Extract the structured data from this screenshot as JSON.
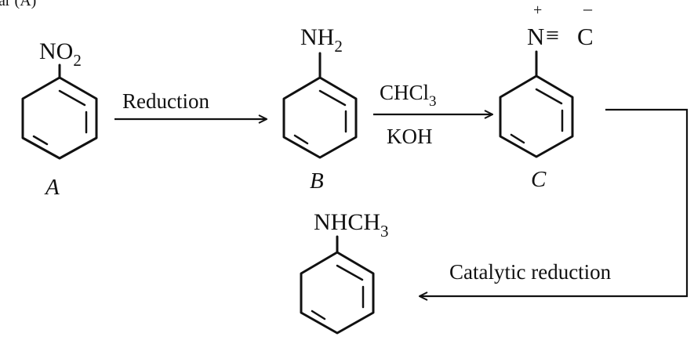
{
  "top_fragment": "ar (A)",
  "compounds": {
    "A": {
      "substituent": "NO",
      "substituent_sub": "2",
      "label": "A"
    },
    "B": {
      "substituent": "NH",
      "substituent_sub": "2",
      "label": "B"
    },
    "C": {
      "charge_plus": "+",
      "n_atom": "N",
      "triple_bond": "≡",
      "charge_minus": "–",
      "c_atom": "C",
      "label": "C"
    },
    "D": {
      "substituent": "NHCH",
      "substituent_sub": "3"
    }
  },
  "arrows": {
    "reduction": "Reduction",
    "reagent_top": "CHCl",
    "reagent_top_sub": "3",
    "reagent_bottom": "KOH",
    "catalytic": "Catalytic reduction"
  },
  "colors": {
    "ink": "#111111",
    "background": "#ffffff"
  }
}
